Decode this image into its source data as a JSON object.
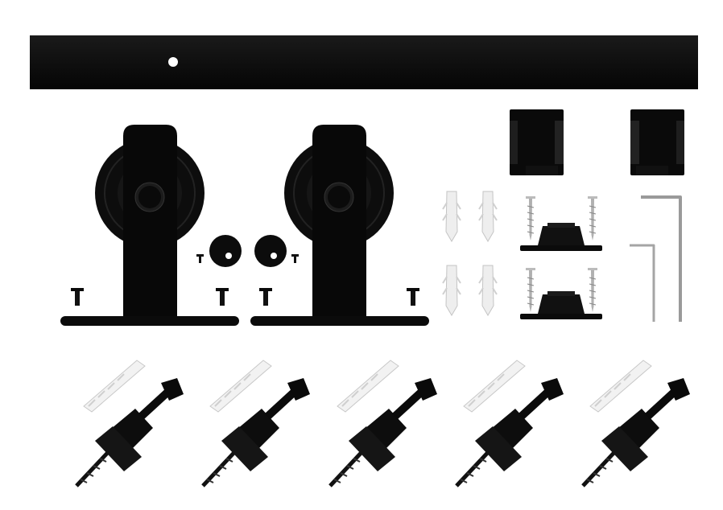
{
  "image": {
    "subject": "barn-door-hardware-kit",
    "colors": {
      "hardware": "#0b0b0b",
      "highlight": "#2a2a2a",
      "anchor": "#e8e8e8",
      "steel": "#c8c8c8",
      "background": "#ffffff"
    },
    "counts": {
      "rails": 1,
      "hangers": 2,
      "stoppers": 2,
      "wall_anchors": 4,
      "floor_guides": 2,
      "brackets": 2,
      "allen_keys": 2,
      "anti_jump_assemblies": 5
    }
  }
}
